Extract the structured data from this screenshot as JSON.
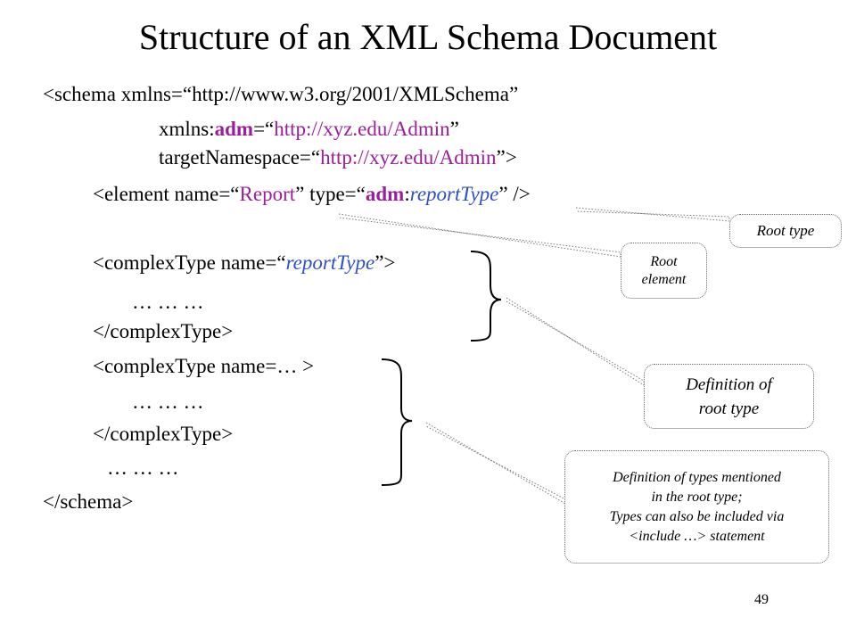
{
  "title": "Structure of an XML Schema Document",
  "code": {
    "l1_open": "<schema xmlns=“",
    "l1_url": "http://www.w3.org/2001/XMLSchema",
    "l1_close": "”",
    "l2_attr": "xmlns:",
    "l2_prefix": "adm",
    "l2_eq": "=“",
    "l2_url": "http://xyz.edu/Admin",
    "l2_close": "”",
    "l3_attr": "targetNamespace=“",
    "l3_url": "http://xyz.edu/Admin",
    "l3_close": "”>",
    "l4_open": "<element name=“",
    "l4_name": "Report",
    "l4_mid": "” type=“",
    "l4_prefix": "adm",
    "l4_colon": ":",
    "l4_type": "reportType",
    "l4_close": "” />",
    "l5_open": "<complexType name=“",
    "l5_name": "reportType",
    "l5_close": "”>",
    "l6": "… … …",
    "l7": "</complexType>",
    "l8": "<complexType name=… >",
    "l9": "… … …",
    "l10": "</complexType>",
    "l11": "… … …",
    "l12": "</schema>"
  },
  "callouts": {
    "root_type": "Root  type",
    "root_element_1": "Root",
    "root_element_2": "element",
    "def_root_type_1": "Definition of",
    "def_root_type_2": "root type",
    "def_types_1": "Definition  of types mentioned",
    "def_types_2": "in the root type;",
    "def_types_3": "Types can also be included via",
    "def_types_4": "<include …>  statement"
  },
  "page_number": "49",
  "colors": {
    "purple": "#9b1f9a",
    "blue": "#2d4fc8"
  }
}
